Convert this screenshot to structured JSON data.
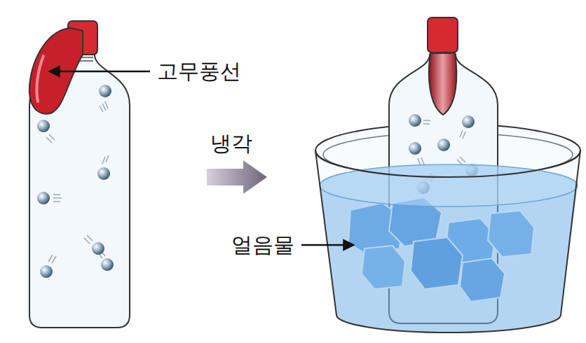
{
  "diagram": {
    "labels": [
      "고무풍선",
      "냉각",
      "얼음물"
    ]
  }
}
